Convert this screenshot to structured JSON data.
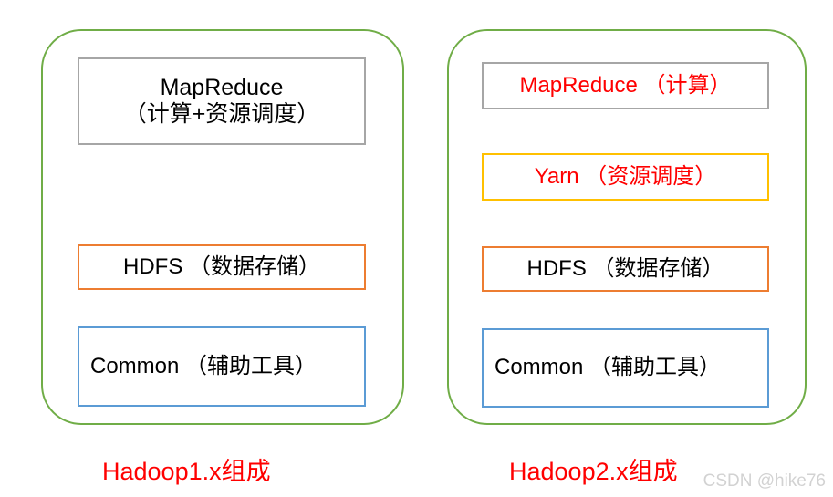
{
  "diagram": {
    "background_color": "#ffffff",
    "panels": [
      {
        "id": "hadoop1",
        "caption": "Hadoop1.x组成",
        "caption_color": "#ff0000",
        "border_color": "#70ad47",
        "layers": [
          {
            "name": "mapreduce",
            "text": "MapReduce\n（计算+资源调度）",
            "border_color": "#a6a6a6",
            "text_color": "#000000"
          },
          {
            "name": "hdfs",
            "text": "HDFS （数据存储）",
            "border_color": "#ed7d31",
            "text_color": "#000000"
          },
          {
            "name": "common",
            "text": "Common （辅助工具）",
            "border_color": "#5b9bd5",
            "text_color": "#000000"
          }
        ]
      },
      {
        "id": "hadoop2",
        "caption": "Hadoop2.x组成",
        "caption_color": "#ff0000",
        "border_color": "#70ad47",
        "layers": [
          {
            "name": "mapreduce",
            "text": "MapReduce （计算）",
            "border_color": "#a6a6a6",
            "text_color": "#ff0000"
          },
          {
            "name": "yarn",
            "text": "Yarn （资源调度）",
            "border_color": "#ffc000",
            "text_color": "#ff0000"
          },
          {
            "name": "hdfs",
            "text": "HDFS （数据存储）",
            "border_color": "#ed7d31",
            "text_color": "#000000"
          },
          {
            "name": "common",
            "text": "Common （辅助工具）",
            "border_color": "#5b9bd5",
            "text_color": "#000000"
          }
        ]
      }
    ],
    "watermark": "CSDN @hike76"
  }
}
